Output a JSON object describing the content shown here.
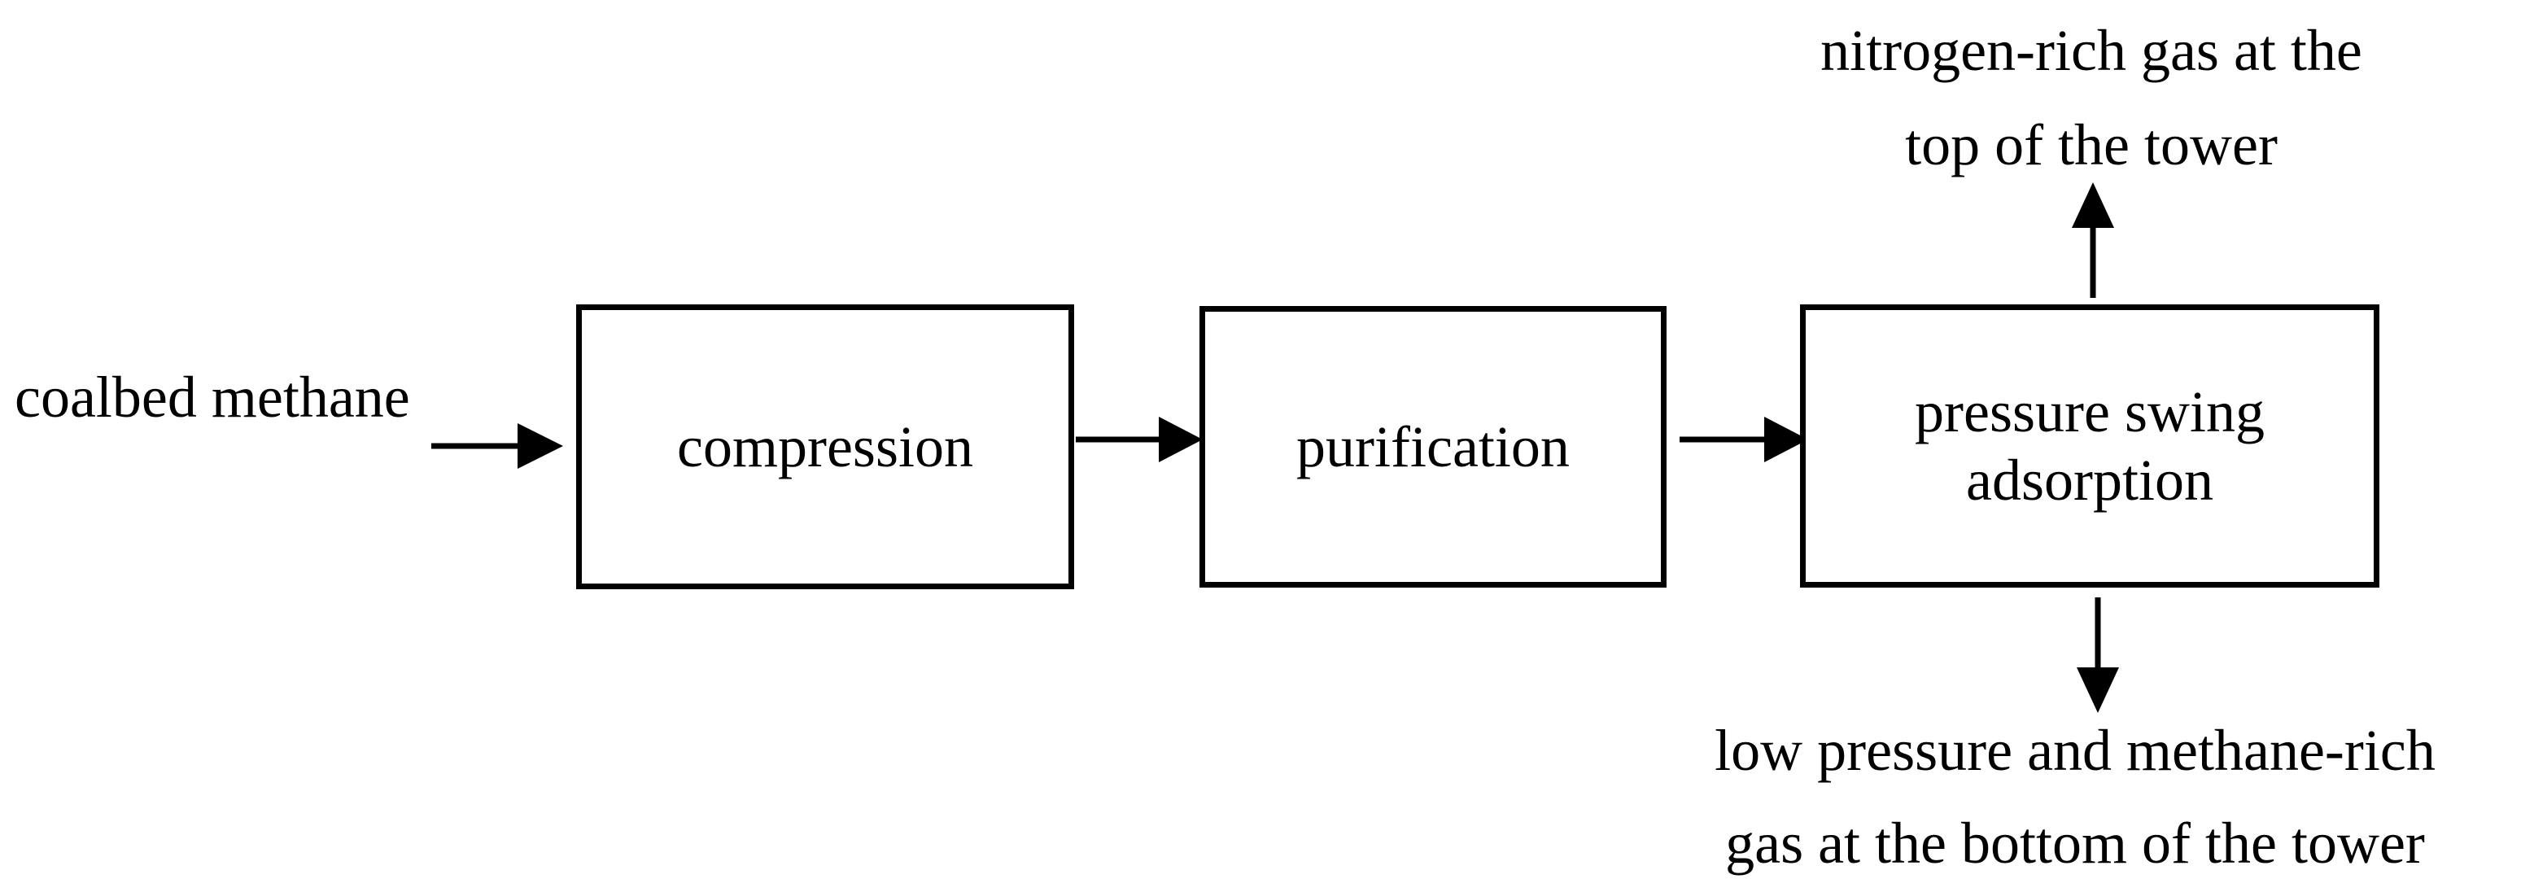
{
  "input": {
    "label": "coalbed methane"
  },
  "steps": [
    {
      "label": "compression"
    },
    {
      "label": "purification"
    },
    {
      "label_line1": "pressure swing",
      "label_line2": "adsorption"
    }
  ],
  "outputs": {
    "top_line1": "nitrogen-rich gas at the",
    "top_line2": "top of the tower",
    "bottom_line1": "low pressure and methane-rich",
    "bottom_line2": "gas at the bottom of the tower"
  }
}
